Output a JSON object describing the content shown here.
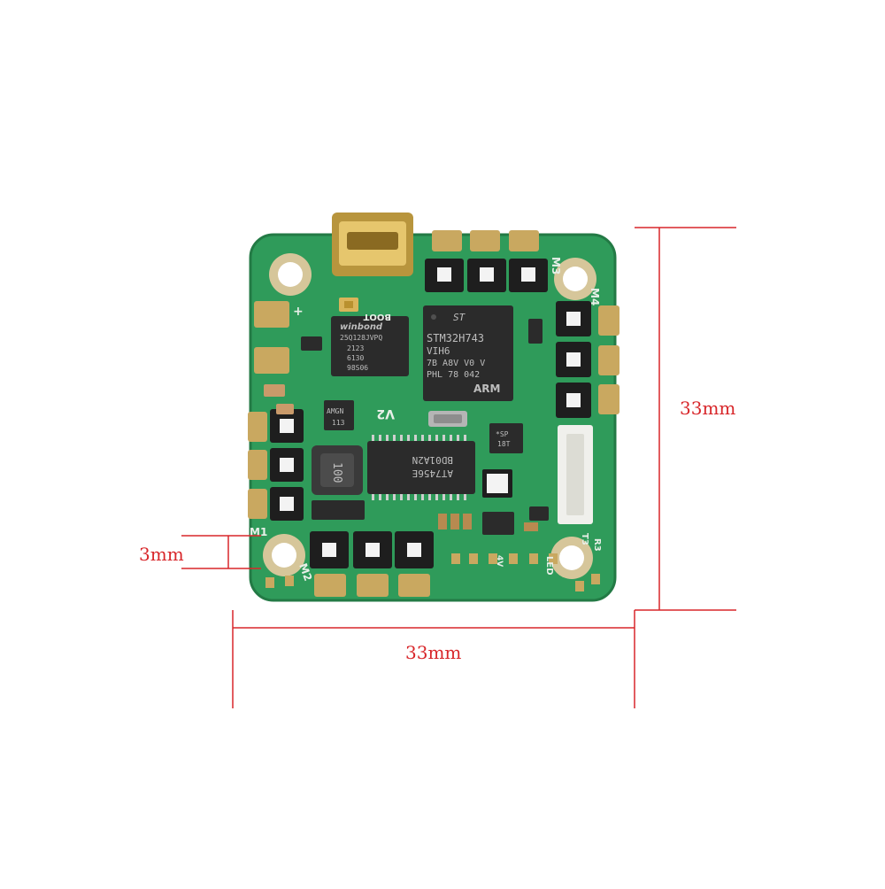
{
  "colors": {
    "pcb": "#2f9b5a",
    "pcb_dark": "#237a45",
    "gold": "#d9b45a",
    "pad": "#c9a860",
    "chip": "#2b2b2b",
    "silk": "#e8efe8",
    "dimension": "#d8262a"
  },
  "dimensions": {
    "height": "33mm",
    "width": "33mm",
    "mount_offset": "3mm"
  },
  "board": {
    "motor_labels": {
      "m1": "M1",
      "m2": "M2",
      "m3": "M3",
      "m4": "M4"
    },
    "labels": {
      "boot": "BOOT",
      "plus": "+",
      "version": "V2",
      "led": "LED",
      "r3": "R3",
      "t3": "T3",
      "pwr_in": "4V"
    },
    "chips": {
      "mcu": {
        "brand": "ST",
        "line1": "STM32H743",
        "line2": "VIH6",
        "line3": "7B A8V V0 V",
        "line4": "PHL 78 042",
        "arm": "ARM"
      },
      "flash": {
        "brand": "winbond",
        "line1": "25Q128JVPQ",
        "line2": "2123",
        "line3": "6130",
        "line4": "98S06"
      },
      "osd": {
        "line1": "AT7456E",
        "line2": "BD01A2N"
      },
      "amp": {
        "line1": "AMGN",
        "line2": "113"
      },
      "inductor": {
        "line1": "100"
      },
      "small": {
        "line1": "*SP",
        "line2": "18T"
      }
    }
  }
}
